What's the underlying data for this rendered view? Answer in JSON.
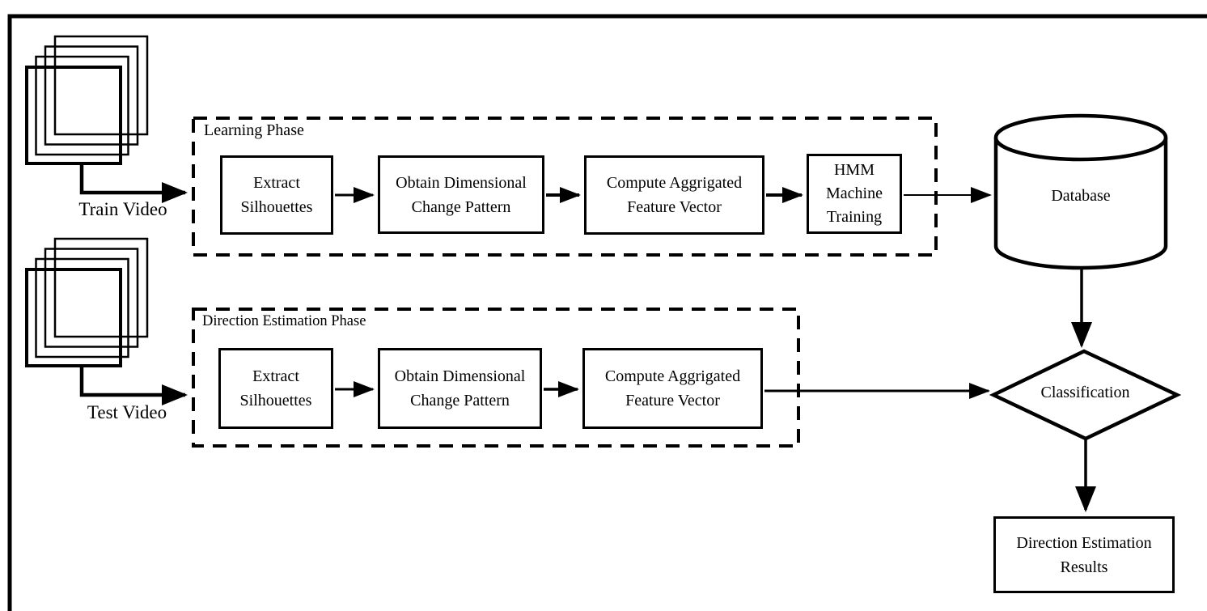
{
  "inputs": {
    "train_video": {
      "label": "Train Video"
    },
    "test_video": {
      "label": "Test Video"
    }
  },
  "learning_phase": {
    "label": "Learning Phase",
    "steps": [
      "Extract Silhouettes",
      "Obtain Dimensional Change Pattern",
      "Compute Aggrigated Feature Vector",
      "HMM Machine Training"
    ]
  },
  "direction_phase": {
    "label": "Direction Estimation Phase",
    "steps": [
      "Extract Silhouettes",
      "Obtain Dimensional Change Pattern",
      "Compute Aggrigated Feature Vector"
    ]
  },
  "database": {
    "label": "Database"
  },
  "classification": {
    "label": "Classification"
  },
  "results": {
    "label": "Direction Estimation Results"
  },
  "colors": {
    "ink": "#000000",
    "background": "#ffffff"
  }
}
